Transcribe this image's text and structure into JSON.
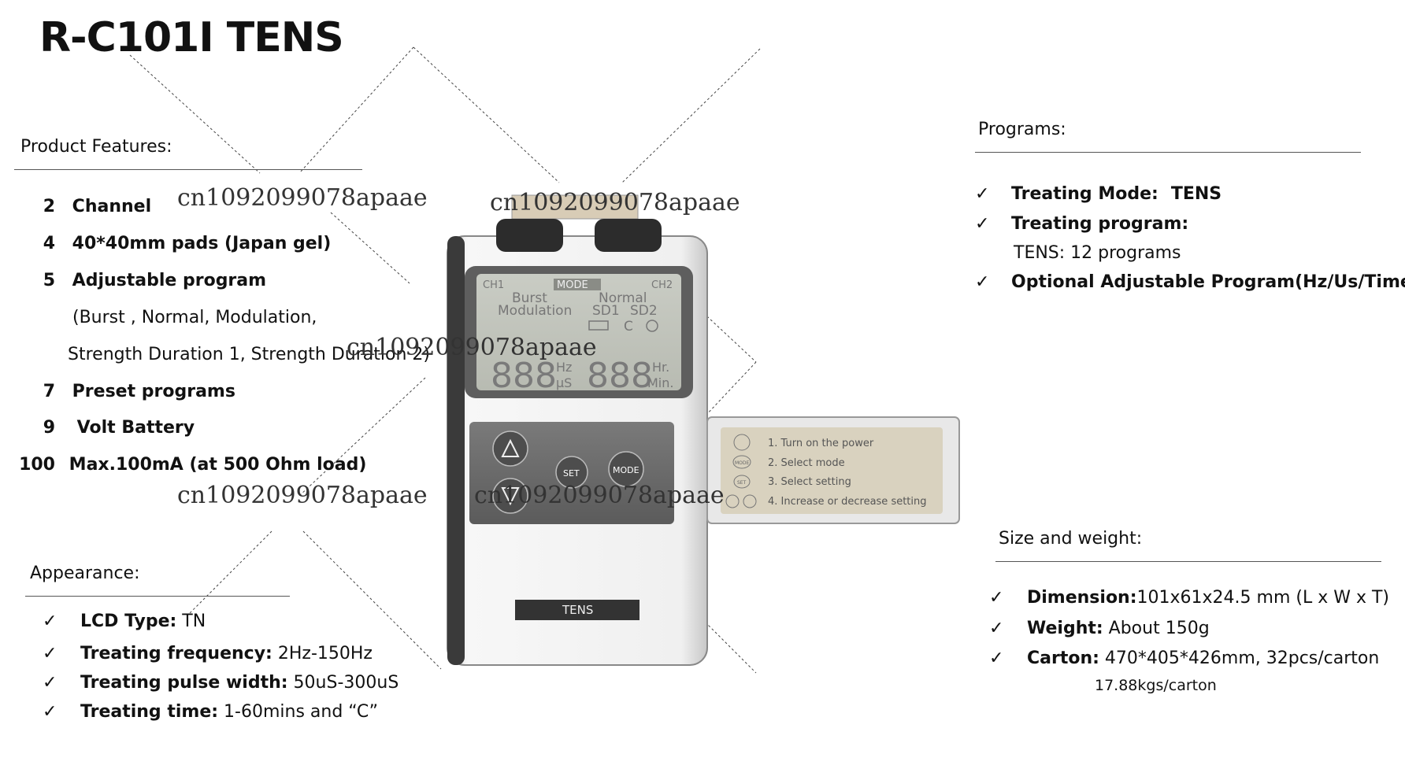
{
  "title": "R-C101I TENS",
  "features": {
    "heading": "Product Features:",
    "items": [
      {
        "num": "2",
        "text": "Channel"
      },
      {
        "num": "4",
        "text": "40*40mm pads (Japan gel)"
      },
      {
        "num": "5",
        "text": "Adjustable program"
      },
      {
        "num": "7",
        "text": "Preset programs"
      },
      {
        "num": "9",
        "text": "Volt Battery"
      },
      {
        "num": "100",
        "text": "Max.100mA (at 500 Ohm load)"
      }
    ],
    "sub_line_1": "(Burst , Normal, Modulation,",
    "sub_line_2": "Strength Duration 1, Strength Duration 2)"
  },
  "appearance": {
    "heading": "Appearance:",
    "items": [
      {
        "label": "LCD Type:",
        "value": " TN"
      },
      {
        "label": "Treating frequency:",
        "value": " 2Hz-150Hz"
      },
      {
        "label": "Treating pulse width:",
        "value": " 50uS-300uS"
      },
      {
        "label": "Treating time:",
        "value": " 1-60mins and “C”"
      }
    ]
  },
  "programs": {
    "heading": "Programs:",
    "item1_label": "Treating Mode:",
    "item1_value": "TENS",
    "item2_label": "Treating program:",
    "item2_sub": "TENS: 12 programs",
    "item3_label": "Optional Adjustable Program(Hz/Us/Time)"
  },
  "size": {
    "heading": "Size and weight:",
    "items": [
      {
        "label": "Dimension:",
        "value": "101x61x24.5 mm (L x W x T)"
      },
      {
        "label": "Weight:",
        "value": " About 150g"
      },
      {
        "label": "Carton:",
        "value": " 470*405*426mm, 32pcs/carton"
      }
    ],
    "carton_extra": "17.88kgs/carton"
  },
  "check_glyph": "✓",
  "watermark": "cn1092099078apaae",
  "device": {
    "lcd_ch1": "CH1",
    "lcd_mode": "MODE",
    "lcd_ch2": "CH2",
    "lcd_burst": "Burst",
    "lcd_normal": "Normal",
    "lcd_modulation": "Modulation",
    "lcd_sd1": "SD1",
    "lcd_sd2": "SD2",
    "lcd_digits_left": "888",
    "lcd_digits_right": "888",
    "lcd_hz": "Hz",
    "lcd_us": "µS",
    "lcd_hr": "Hr.",
    "lcd_min": "Min.",
    "lcd_c": "C",
    "btn_set": "SET",
    "btn_mode": "MODE",
    "brand_label": "TENS",
    "panel_steps": [
      "1. Turn on the power",
      "2. Select mode",
      "3. Select setting",
      "4. Increase or decrease setting"
    ],
    "panel_mode_icon": "MODE",
    "panel_set_icon": "SET"
  }
}
